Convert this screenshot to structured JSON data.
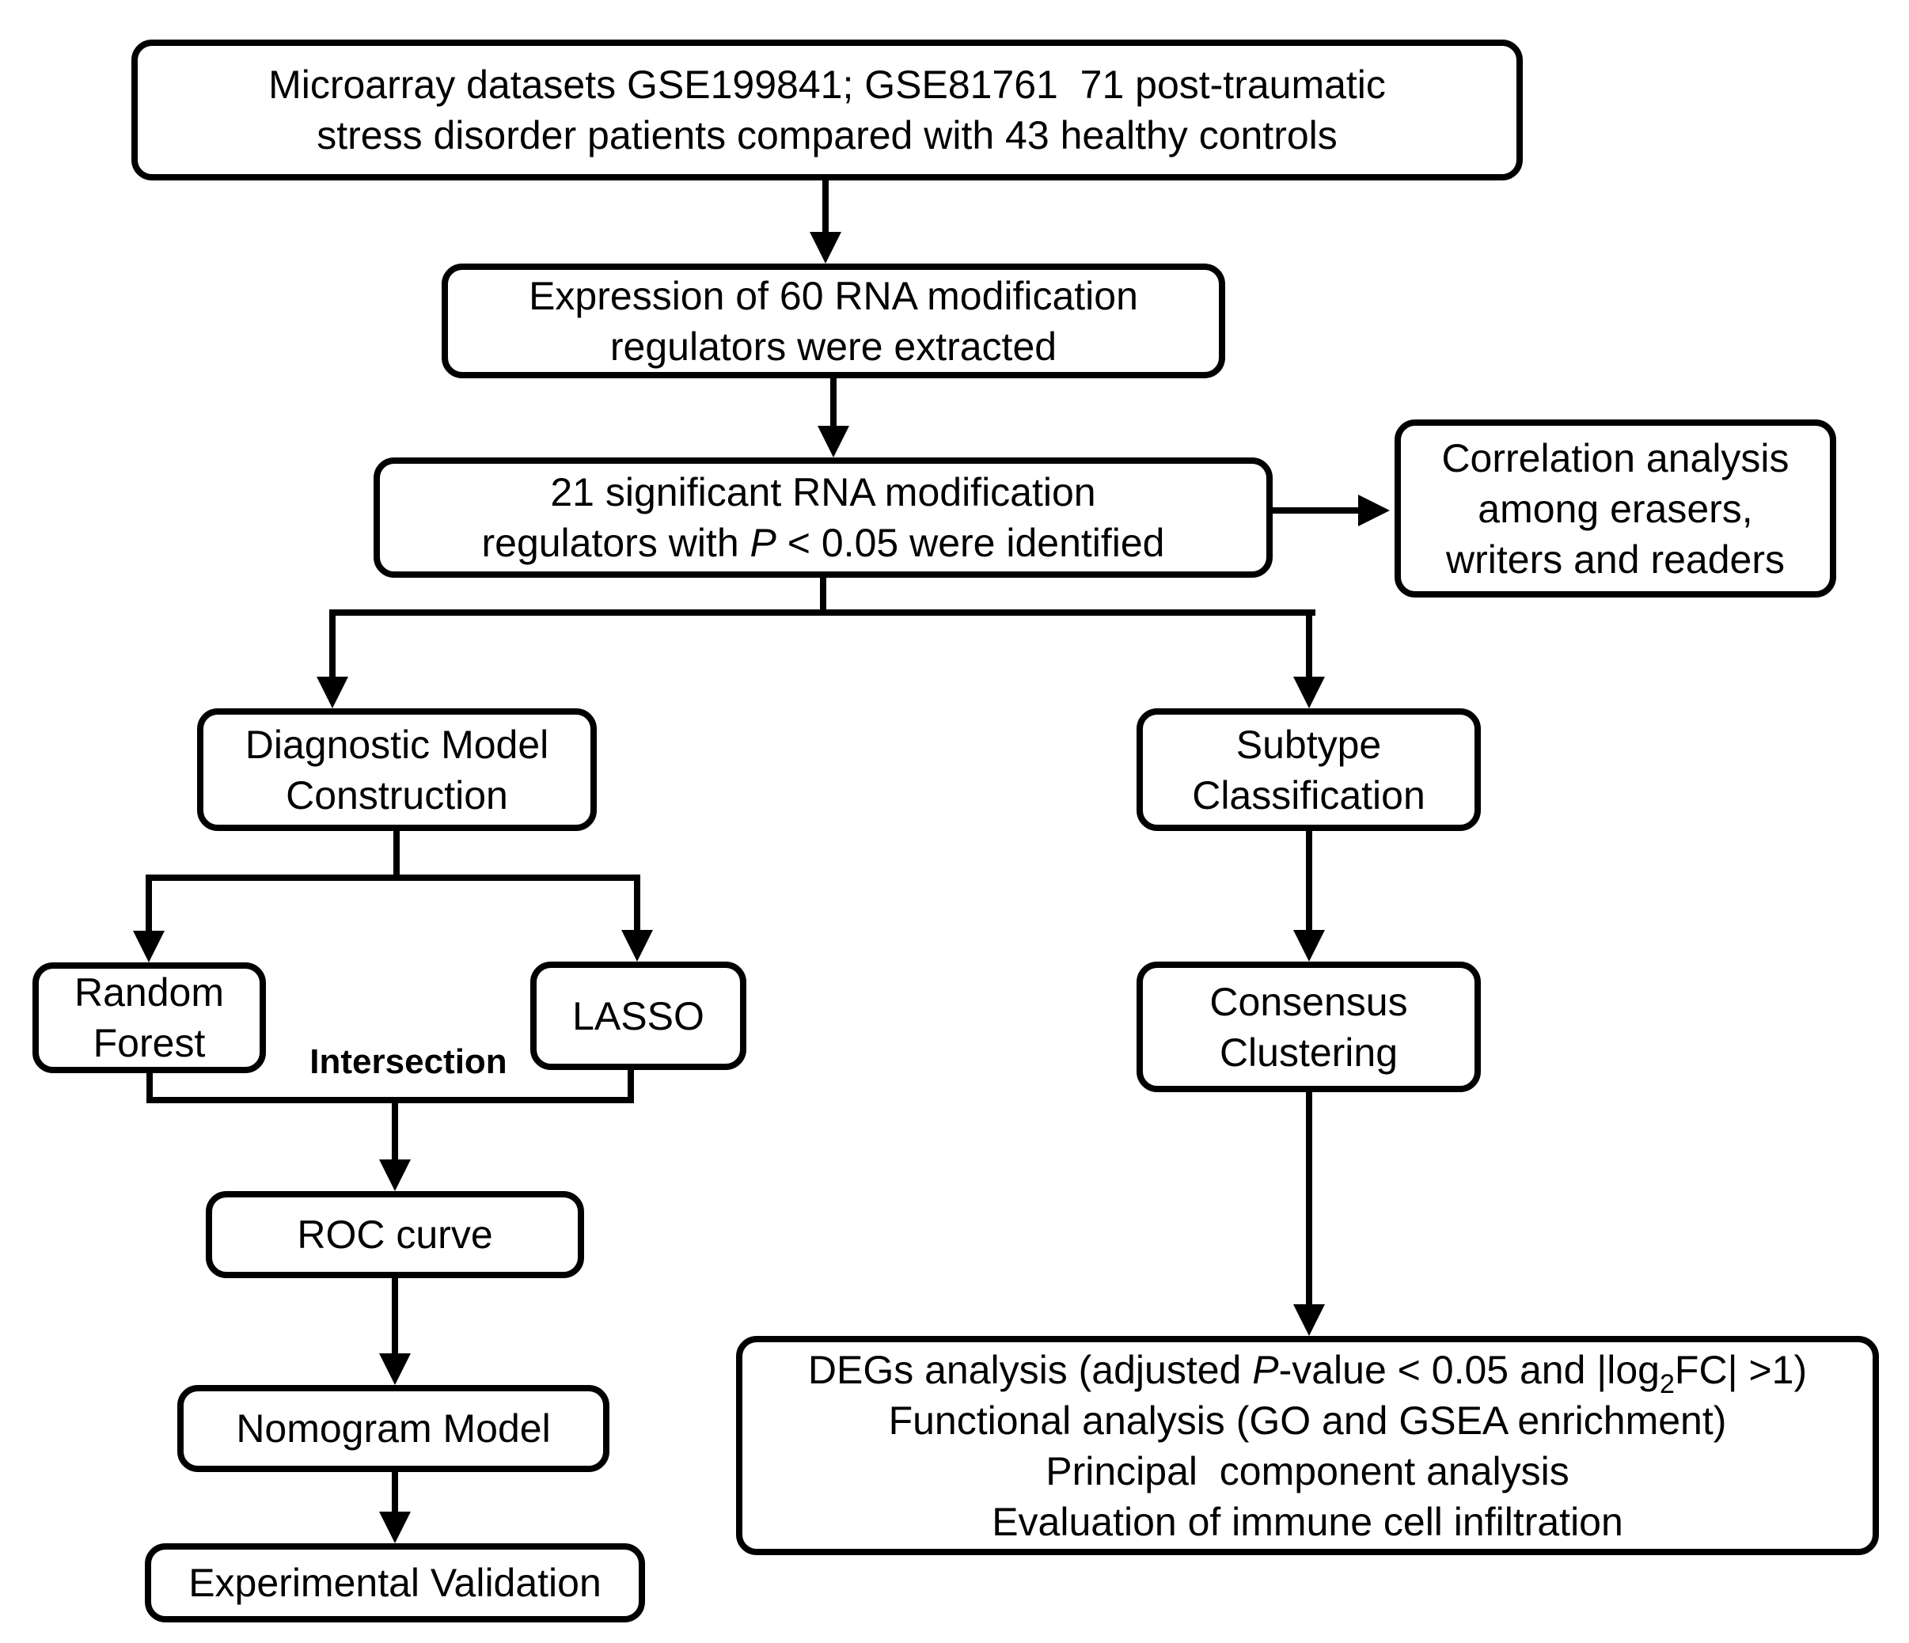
{
  "figure": {
    "background_color": "#ffffff",
    "line_color": "#000000",
    "text_color": "#000000"
  },
  "boxes": {
    "datasets": {
      "lines": [
        "Microarray datasets GSE199841; GSE81761  71 post-traumatic",
        "stress disorder patients compared with 43 healthy controls"
      ]
    },
    "expression": {
      "lines": [
        "Expression of 60 RNA modification",
        "regulators were extracted"
      ]
    },
    "significant": {
      "line1": "21 significant RNA modification",
      "line2_pre": "regulators with ",
      "line2_italic": "P",
      "line2_post": " < 0.05 were identified"
    },
    "correlation": {
      "lines": [
        "Correlation analysis",
        "among erasers,",
        "writers and readers"
      ]
    },
    "diagnostic": {
      "lines": [
        "Diagnostic Model",
        "Construction"
      ]
    },
    "subtype": {
      "lines": [
        "Subtype",
        "Classification"
      ]
    },
    "random_forest": {
      "lines": [
        "Random",
        "Forest"
      ]
    },
    "lasso": {
      "label": "LASSO"
    },
    "intersection_label": "Intersection",
    "roc": {
      "label": "ROC curve"
    },
    "nomogram": {
      "label": "Nomogram Model"
    },
    "experimental": {
      "label": "Experimental Validation"
    },
    "consensus": {
      "lines": [
        "Consensus",
        "Clustering"
      ]
    },
    "degs": {
      "line1_pre": "DEGs analysis (adjusted ",
      "line1_italic": "P",
      "line1_mid": "-value < 0.05 and |log",
      "line1_sub": "2",
      "line1_post": "FC| >1)",
      "line2": "Functional analysis (GO and GSEA enrichment)",
      "line3": "Principal  component analysis",
      "line4": "Evaluation of immune cell infiltration"
    }
  }
}
